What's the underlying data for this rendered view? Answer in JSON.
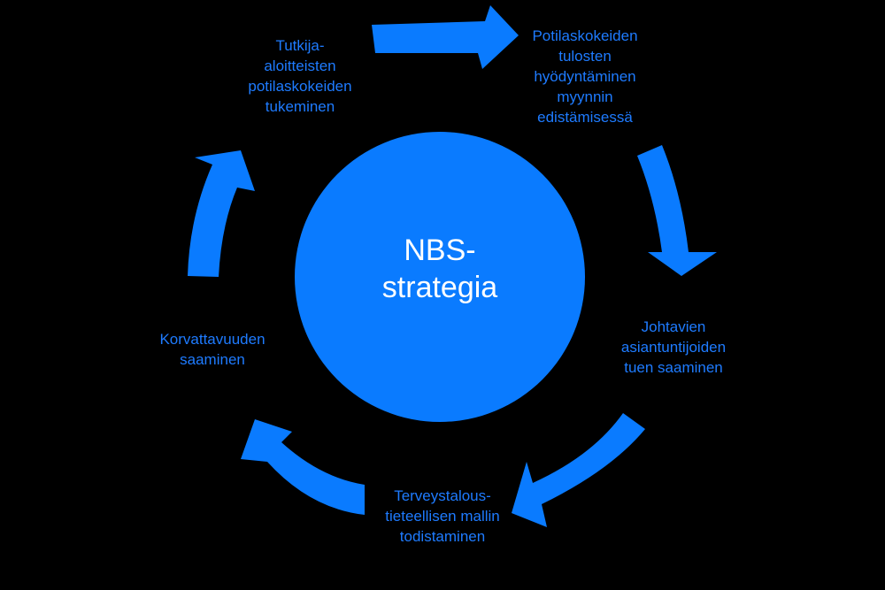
{
  "colors": {
    "background": "#000000",
    "accent": "#0A7BFF",
    "label_text": "#1E7BFF",
    "center_text": "#FFFFFF"
  },
  "center": {
    "label": "NBS-\nstrategia"
  },
  "cycle_steps": [
    {
      "label": "Potilaskokeiden\ntulosten\nhyödyntäminen\nmyynnin\nedistämisessä"
    },
    {
      "label": "Johtavien\nasiantuntijoiden\ntuen saaminen"
    },
    {
      "label": "Terveystalous-\ntieteellisen mallin\ntodistaminen"
    },
    {
      "label": "Korvattavuuden\nsaaminen"
    },
    {
      "label": "Tutkija-\naloitteisten\npotilaskokeiden\ntukeminen"
    }
  ]
}
